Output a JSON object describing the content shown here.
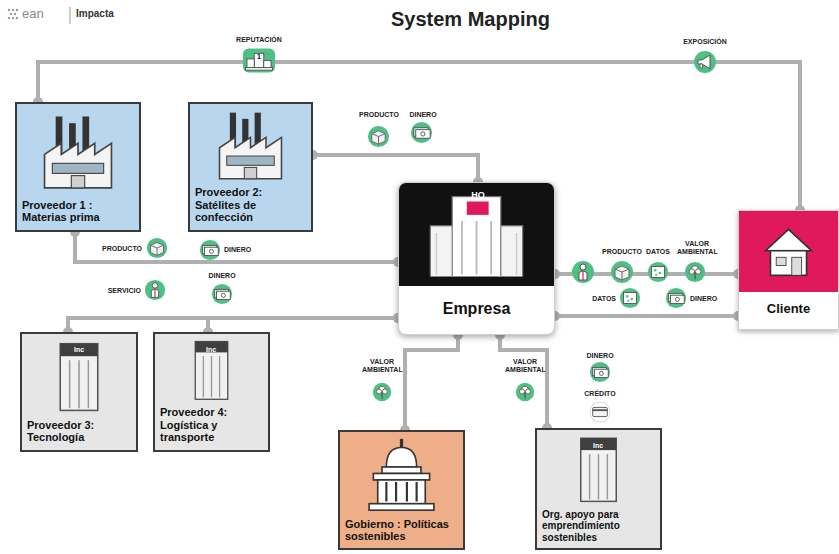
{
  "diagram": {
    "title": "System Mapping",
    "nodes": [
      {
        "text": [
          "Proveedor 1 : Materias prima"
        ]
      },
      {
        "text": [
          "Proveedor 2: Satélites de confección"
        ]
      },
      {
        "text": [
          "Empresa"
        ]
      },
      {
        "text": [
          "Cliente"
        ]
      },
      {
        "text": [
          "Proveedor 3: Tecnología"
        ]
      },
      {
        "text": [
          "Proveedor 4: Logística y transporte"
        ]
      },
      {
        "text": [
          "Gobierno : Políticas sostenibles"
        ]
      },
      {
        "text": [
          "Org. apoyo para emprendimiento sostenibles"
        ]
      }
    ],
    "edges": [
      {
        "from": 0,
        "to": 3,
        "arrow": "none"
      },
      {
        "from": 1,
        "to": 2,
        "arrow": "none"
      },
      {
        "from": 0,
        "to": 2,
        "arrow": "none"
      },
      {
        "from": 2,
        "to": 4,
        "arrow": "none"
      },
      {
        "from": 2,
        "to": 5,
        "arrow": "none"
      },
      {
        "from": 2,
        "to": 3,
        "arrow": "none"
      },
      {
        "from": 2,
        "to": 3,
        "arrow": "none"
      },
      {
        "from": 2,
        "to": 6,
        "arrow": "none"
      },
      {
        "from": 2,
        "to": 7,
        "arrow": "none"
      }
    ],
    "labels": [
      "ean",
      "Impacta",
      "REPUTACIÓN",
      "1",
      "EXPOSICIÓN",
      "PRODUCTO",
      "DINERO",
      "PRODUCTO",
      "DINERO",
      "SERVICIO",
      "DINERO",
      "PRODUCTO",
      "DATOS",
      "VALOR AMBIENTAL",
      "DATOS",
      "DINERO",
      "VALOR AMBIENTAL",
      "VALOR AMBIENTAL",
      "DINERO",
      "CRÉDITO",
      "HQ",
      "Inc",
      "Inc",
      "Inc"
    ]
  }
}
